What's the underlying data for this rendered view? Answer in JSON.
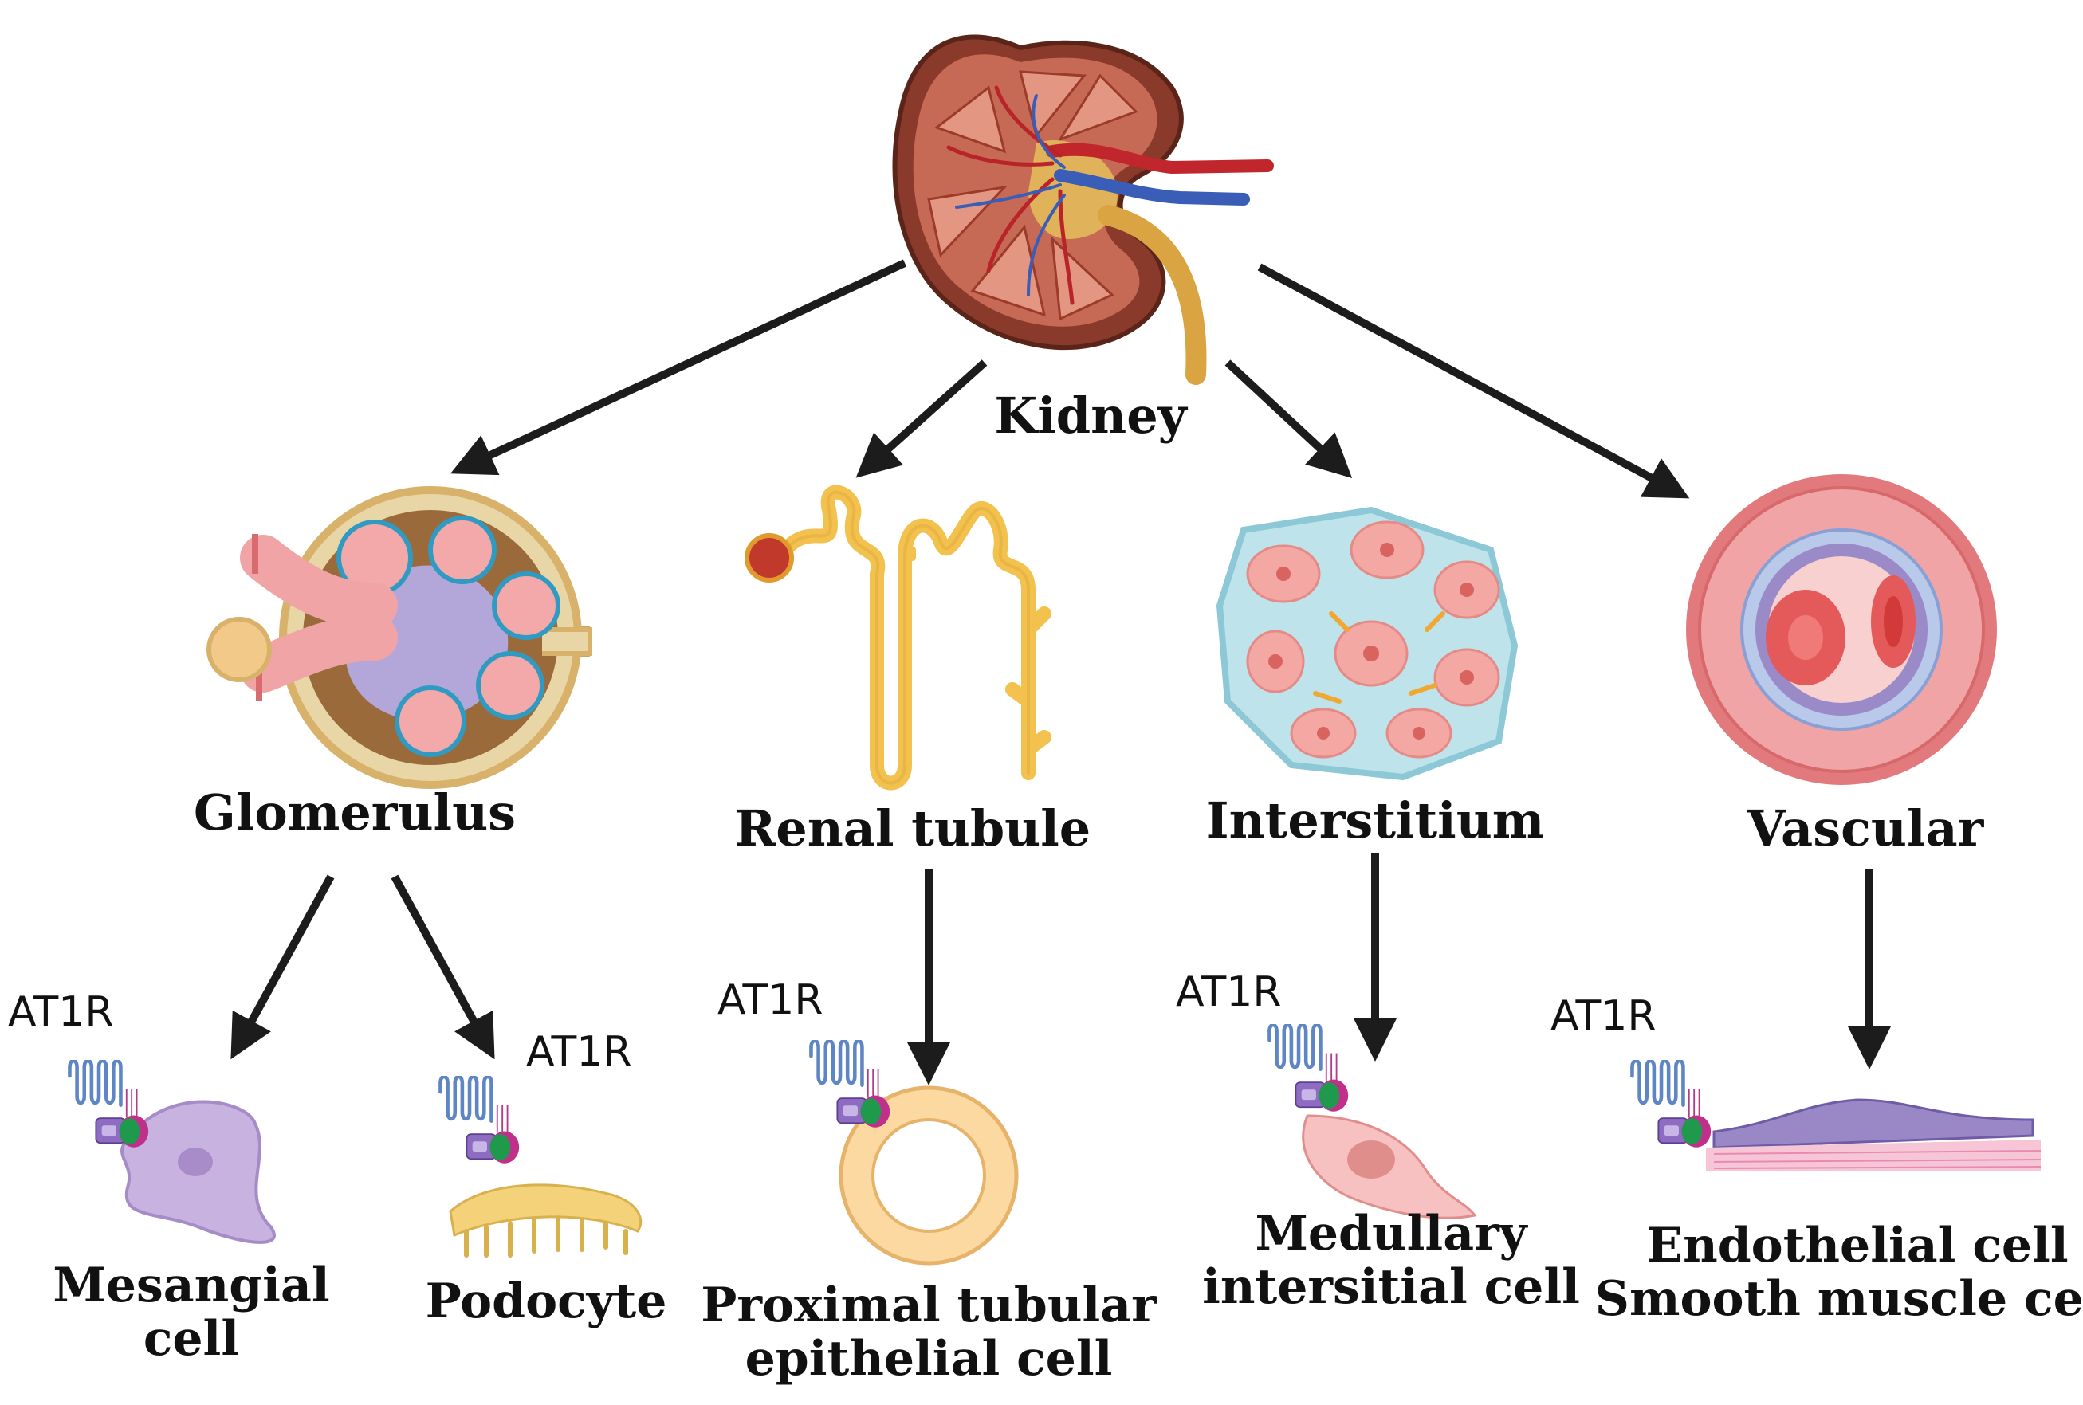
{
  "diagram": {
    "root": {
      "label": "Kidney"
    },
    "compartments": [
      {
        "key": "glomerulus",
        "label": "Glomerulus"
      },
      {
        "key": "tubule",
        "label": "Renal tubule"
      },
      {
        "key": "interstitium",
        "label": "Interstitium"
      },
      {
        "key": "vascular",
        "label": "Vascular"
      }
    ],
    "cells": [
      {
        "key": "mesangial",
        "line1": "Mesangial",
        "line2": "cell"
      },
      {
        "key": "podocyte",
        "line1": "Podocyte",
        "line2": ""
      },
      {
        "key": "proximal",
        "line1": "Proximal tubular",
        "line2": "epithelial cell"
      },
      {
        "key": "medullary",
        "line1": "Medullary",
        "line2": "intersitial cell"
      },
      {
        "key": "vascular_cells",
        "line1": "Endothelial cell",
        "line2": "Smooth muscle cell"
      }
    ],
    "receptor_label": "AT1R"
  }
}
